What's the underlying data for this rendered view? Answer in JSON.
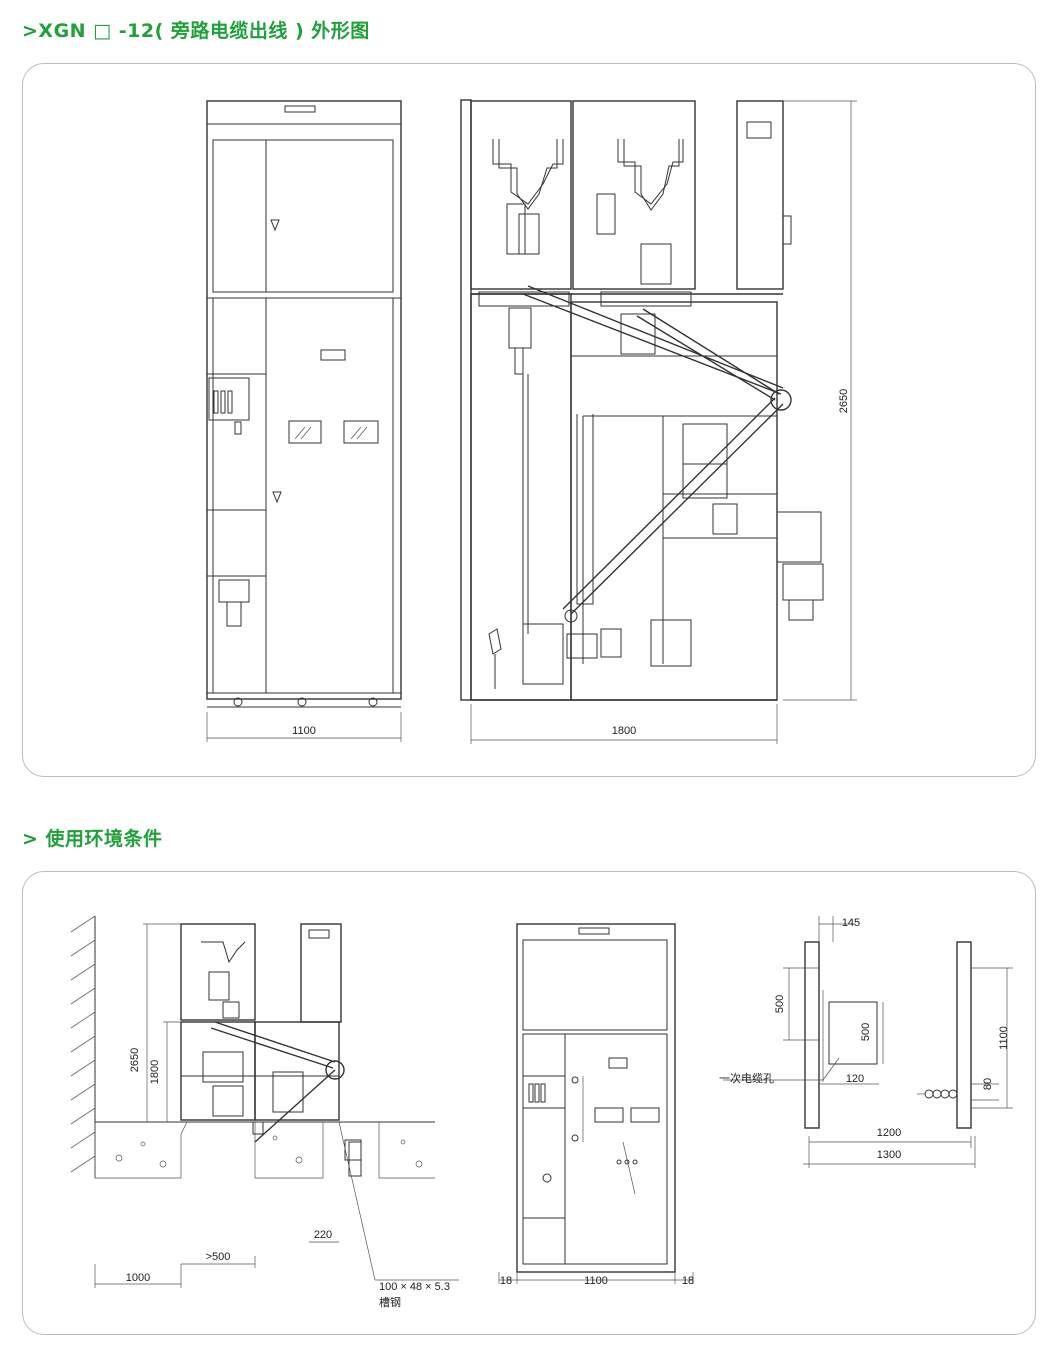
{
  "sections": [
    {
      "title": ">XGN □ -12( 旁路电缆出线 ) 外形图"
    },
    {
      "title": "> 使用环境条件"
    }
  ],
  "diagram1": {
    "front_width": "1100",
    "side_depth": "1800",
    "height": "2650"
  },
  "diagram2": {
    "height_total": "2650",
    "height_lower": "1800",
    "wall_clearance": "1000",
    "aisle_gap": ">500",
    "channel_offset": "220",
    "channel_size": "100 × 48 × 5.3",
    "channel_name": "槽钢",
    "front_margin_left": "18",
    "front_width": "1100",
    "front_margin_right": "18",
    "plan_145": "145",
    "plan_500a": "500",
    "plan_500b": "500",
    "plan_120": "120",
    "plan_80": "80",
    "plan_1100": "1100",
    "plan_1200": "1200",
    "plan_1300": "1300",
    "cable_hole_label": "一次电缆孔"
  }
}
